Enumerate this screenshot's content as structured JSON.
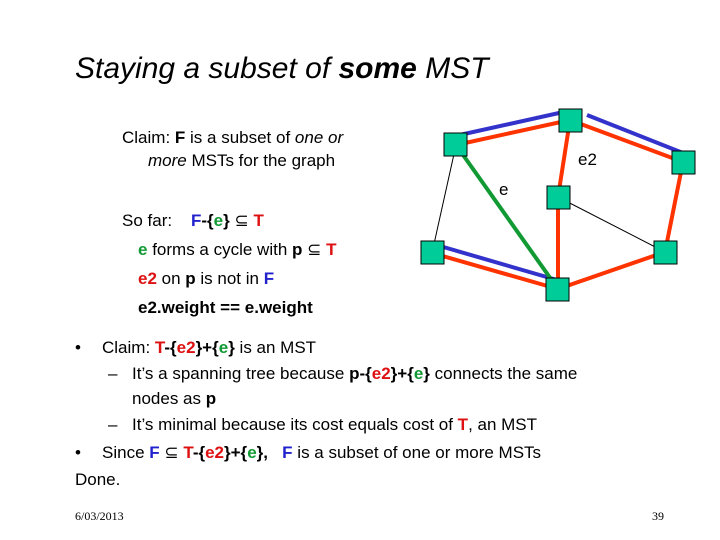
{
  "title": {
    "pre": "Staying a subset of ",
    "bold": "some",
    "post": " MST"
  },
  "claim": {
    "p1": "Claim: ",
    "F": "F",
    "p2": " is a subset of ",
    "it1": "one or",
    "it2": "more",
    "p3": " MSTs for the graph"
  },
  "sofar": {
    "label": "So far:",
    "line1": {
      "F": "F",
      "minus": "-{",
      "e": "e",
      "close": "}",
      "subset": "⊆",
      "T": "T"
    },
    "line2": {
      "e": "e",
      "text": " forms a cycle with ",
      "p": "p",
      "subset": "⊆",
      "T": "T"
    },
    "line3": {
      "e2": "e2",
      "on": " on ",
      "p": "p",
      "text": " is not in ",
      "F": "F"
    },
    "line4": "e2.weight == e.weight"
  },
  "bullets": {
    "b1": {
      "dot": "•",
      "pre": "Claim:  ",
      "T": "T",
      "a": "-{",
      "e2": "e2",
      "b": "}+{",
      "e": "e",
      "c": "}",
      "post": " is an MST"
    },
    "s1": {
      "dash": "–",
      "pre": "It’s a spanning tree because ",
      "p": "p",
      "a": "-{",
      "e2": "e2",
      "b": "}+{",
      "e": "e",
      "c": "}",
      "post": " connects the same",
      "l2pre": "nodes as ",
      "l2p": "p"
    },
    "s2": {
      "dash": "–",
      "pre": "It’s minimal because its cost equals cost of ",
      "T": "T",
      "post": ", an MST"
    },
    "b2": {
      "dot": "•",
      "pre": "Since ",
      "F": "F",
      "subset": "⊆",
      "T": "T",
      "a": "-{",
      "e2": "e2",
      "b": "}+{",
      "e": "e",
      "c": "},",
      "F2": "F",
      "post": " is a subset of one or more MSTs"
    },
    "done": "Done."
  },
  "graph": {
    "edge_label_e": "e",
    "edge_label_e2": "e2",
    "colors": {
      "node": "#00cc99",
      "blue": "#3333cc",
      "red": "#ff3300",
      "green": "#119933"
    }
  },
  "footer": {
    "date": "6/03/2013",
    "page": "39"
  }
}
